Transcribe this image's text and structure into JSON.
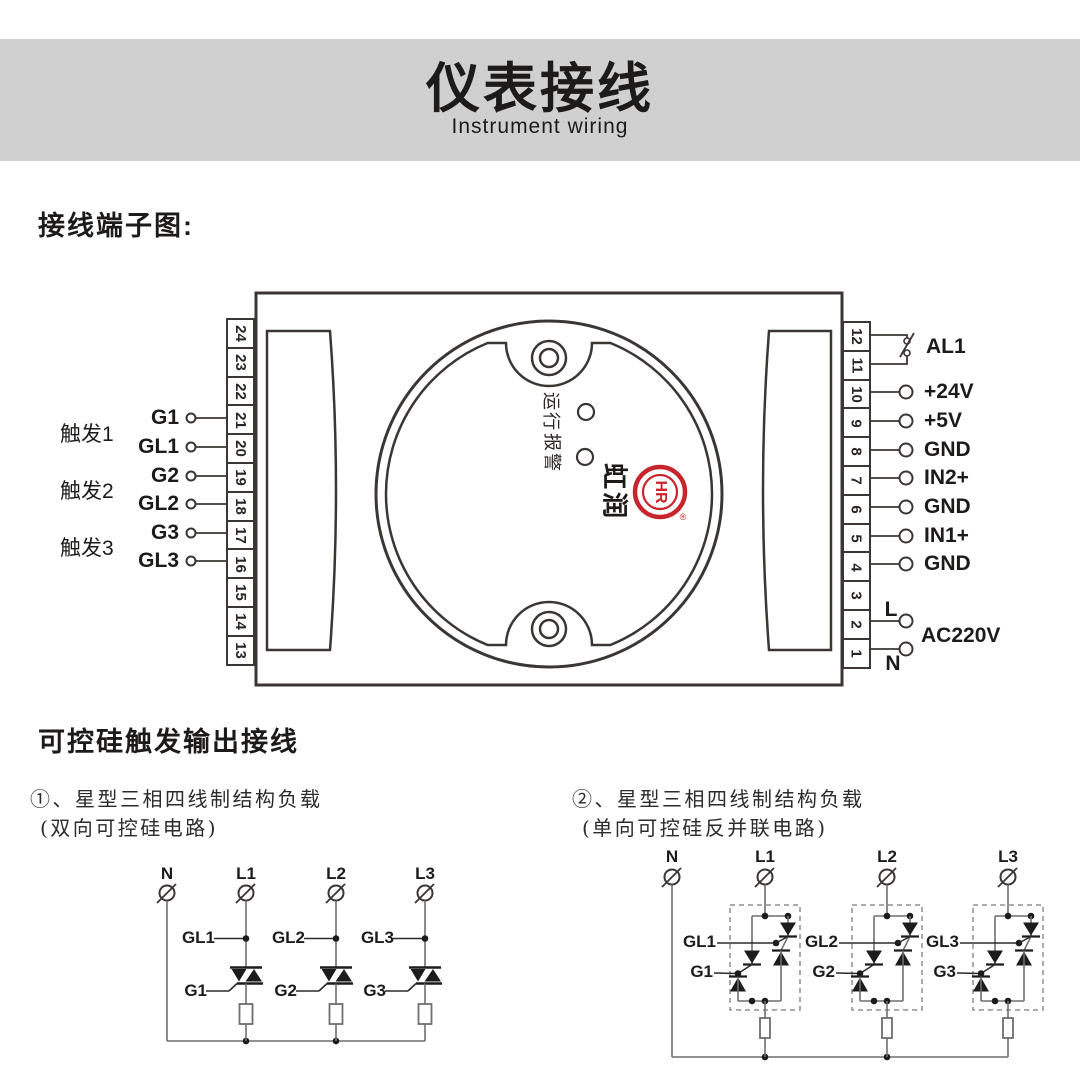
{
  "header": {
    "title": "仪表接线",
    "subtitle": "Instrument wiring"
  },
  "terminal_diagram": {
    "heading": "接线端子图:",
    "left_terminal_numbers": [
      "24",
      "23",
      "22",
      "21",
      "20",
      "19",
      "18",
      "17",
      "16",
      "15",
      "14",
      "13"
    ],
    "right_terminal_numbers": [
      "12",
      "11",
      "10",
      "9",
      "8",
      "7",
      "6",
      "5",
      "4",
      "3",
      "2",
      "1"
    ],
    "trigger_groups": [
      "触发1",
      "触发2",
      "触发3"
    ],
    "left_signals": [
      "G1",
      "GL1",
      "G2",
      "GL2",
      "G3",
      "GL3"
    ],
    "alarm_label": "AL1",
    "right_signals": [
      "+24V",
      "+5V",
      "GND",
      "IN2+",
      "GND",
      "IN1+",
      "GND"
    ],
    "power": {
      "line": "L",
      "voltage": "AC220V",
      "neutral": "N"
    },
    "indicators": {
      "run": "运行",
      "alarm": "报警"
    },
    "logo": {
      "brand": "虹润",
      "badge": "HR",
      "registered": "®"
    }
  },
  "output_section": {
    "heading": "可控硅触发输出接线",
    "circuits": [
      {
        "index": "①、",
        "title": "星型三相四线制结构负载",
        "subtitle": "(双向可控硅电路)",
        "phases": [
          "N",
          "L1",
          "L2",
          "L3"
        ],
        "gl_labels": [
          "GL1",
          "GL2",
          "GL3"
        ],
        "g_labels": [
          "G1",
          "G2",
          "G3"
        ]
      },
      {
        "index": "②、",
        "title": "星型三相四线制结构负载",
        "subtitle": "(单向可控硅反并联电路)",
        "phases": [
          "N",
          "L1",
          "L2",
          "L3"
        ],
        "gl_labels": [
          "GL1",
          "GL2",
          "GL3"
        ],
        "g_labels": [
          "G1",
          "G2",
          "G3"
        ]
      }
    ]
  },
  "colors": {
    "band": "#d1d0d0",
    "device_line": "#3b3533",
    "circuit_line": "#6e6e6e",
    "ink": "#1c1c1c",
    "logo_red": "#c9242b"
  }
}
